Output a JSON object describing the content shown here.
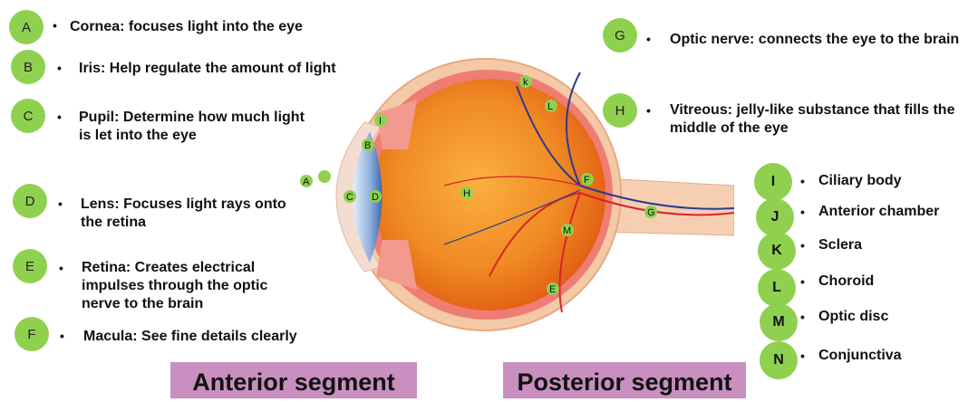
{
  "left_list": [
    {
      "letter": "A",
      "text": [
        "Cornea: focuses light into the eye"
      ]
    },
    {
      "letter": "B",
      "text": [
        "Iris: Help regulate the amount of light"
      ]
    },
    {
      "letter": "C",
      "text": [
        "Pupil: Determine how much light",
        "is let into the eye"
      ]
    },
    {
      "letter": "D",
      "text": [
        "Lens: Focuses light rays onto",
        "the retina"
      ]
    },
    {
      "letter": "E",
      "text": [
        "Retina: Creates electrical",
        "impulses through the optic",
        "nerve to the brain"
      ]
    },
    {
      "letter": "F",
      "text": [
        "Macula: See fine details clearly"
      ]
    }
  ],
  "right_top_list": [
    {
      "letter": "G",
      "text": [
        "Optic nerve: connects the eye to the brain"
      ]
    },
    {
      "letter": "H",
      "text": [
        "Vitreous: jelly-like substance that fills the",
        "middle of the eye"
      ]
    }
  ],
  "right_bottom_list": [
    {
      "letter": "I",
      "text": "Ciliary body"
    },
    {
      "letter": "J",
      "text": "Anterior chamber"
    },
    {
      "letter": "K",
      "text": "Sclera"
    },
    {
      "letter": "L",
      "text": "Choroid"
    },
    {
      "letter": "M",
      "text": "Optic disc"
    },
    {
      "letter": "N",
      "text": "Conjunctiva"
    }
  ],
  "bullet": "•",
  "segments": {
    "anterior": "Anterior segment",
    "posterior": "Posterior segment"
  },
  "diagram_labels": {
    "A": "A",
    "B": "B",
    "C": "C",
    "D": "D",
    "E": "E",
    "F": "F",
    "G": "G",
    "H": "H",
    "I": "I",
    "K": "k",
    "L": "L",
    "M": "M"
  },
  "colors": {
    "badge": "#8fd14f",
    "segment": "#c88fc0",
    "eyeball": "#f07a1f",
    "sclera": "#f2c9a8",
    "vessel_red": "#d8232a",
    "vessel_blue": "#2b3b8f"
  }
}
